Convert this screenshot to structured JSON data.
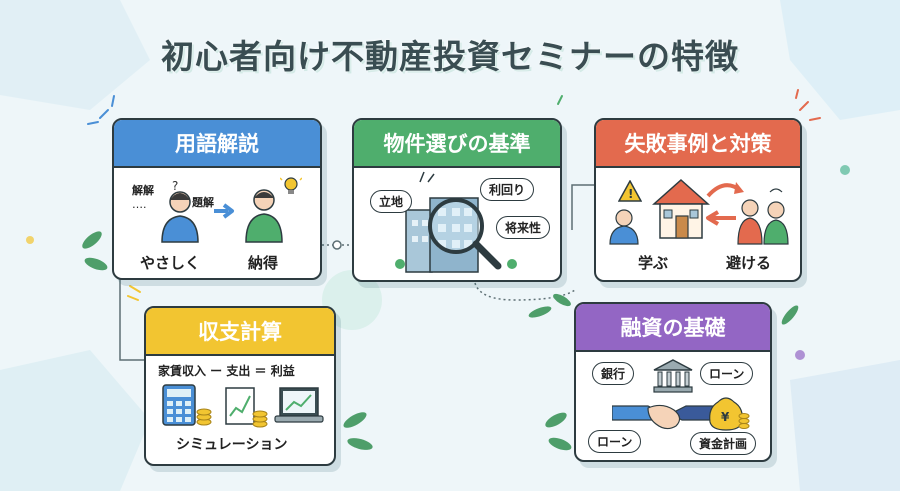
{
  "title": "初心者向け不動産投資セミナーの特徴",
  "colors": {
    "background": "#eef6f9",
    "blue": "#4a8fd6",
    "green": "#4fae6d",
    "red": "#e36a4e",
    "yellow": "#f2c531",
    "purple": "#9366c4"
  },
  "cards": {
    "terms": {
      "heading": "用語解説",
      "confused_text_1": "解解",
      "confused_text_2": "題解",
      "left_label": "やさしく",
      "right_label": "納得"
    },
    "property": {
      "heading": "物件選びの基準",
      "tag_location": "立地",
      "tag_yield": "利回り",
      "tag_future": "将来性"
    },
    "failure": {
      "heading": "失敗事例と対策",
      "left_label": "学ぶ",
      "right_label": "避ける"
    },
    "budget": {
      "heading": "収支計算",
      "formula": "家賃収入 ー 支出 ＝ 利益",
      "footer": "シミュレーション"
    },
    "finance": {
      "heading": "融資の基礎",
      "tag_bank": "銀行",
      "tag_loan_top": "ローン",
      "tag_loan_bottom": "ローン",
      "tag_plan": "資金計画",
      "currency_mark": "¥"
    }
  }
}
